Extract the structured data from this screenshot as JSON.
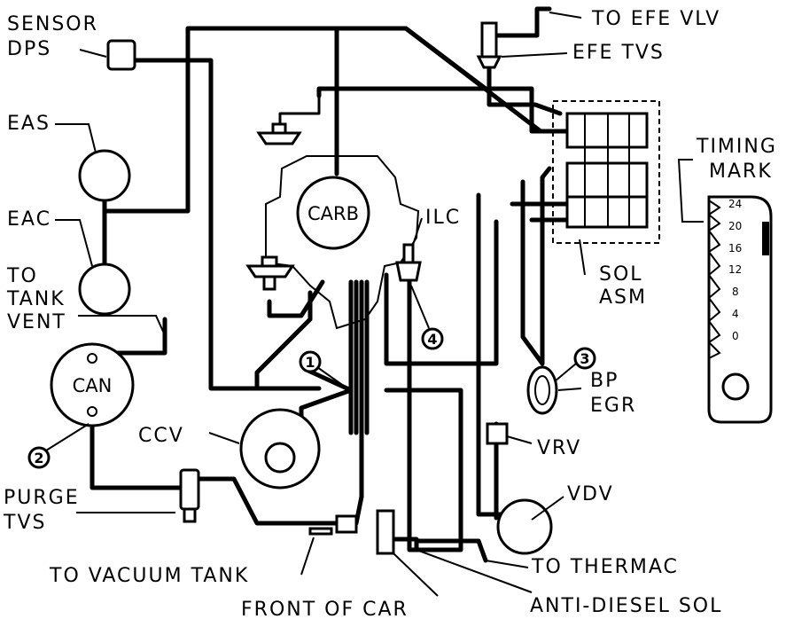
{
  "labels": {
    "sensor_dps_line1": "SENSOR",
    "sensor_dps_line2": "DPS",
    "eas": "EAS",
    "eac": "EAC",
    "to_tank_vent_line1": "TO",
    "to_tank_vent_line2": "TANK",
    "to_tank_vent_line3": "VENT",
    "can": "CAN",
    "ccv": "CCV",
    "purge_tvs_line1": "PURGE",
    "purge_tvs_line2": "TVS",
    "to_vacuum_tank": "TO VACUUM TANK",
    "front_of_car": "FRONT OF CAR",
    "anti_diesel_sol": "ANTI-DIESEL SOL",
    "to_thermac": "TO THERMAC",
    "vdv": "VDV",
    "vrv": "VRV",
    "bp_egr_line1": "BP",
    "bp_egr_line2": "EGR",
    "sol_asm_line1": "SOL",
    "sol_asm_line2": "ASM",
    "timing_mark_line1": "TIMING",
    "timing_mark_line2": "MARK",
    "to_efe_vlv": "TO EFE VLV",
    "efe_tvs": "EFE TVS",
    "ilc": "ILC",
    "carb": "CARB"
  },
  "callouts": [
    "1",
    "2",
    "3",
    "4"
  ],
  "timing_scale": [
    "24",
    "20",
    "16",
    "12",
    "8",
    "4",
    "0"
  ]
}
